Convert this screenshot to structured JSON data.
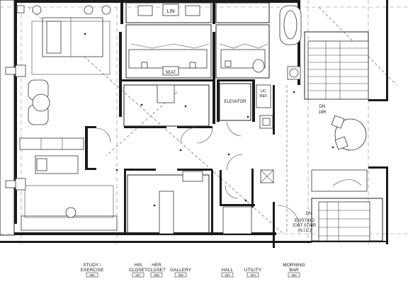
{
  "room_tags": [
    {
      "name": "study-exercise",
      "label": [
        "STUDY /",
        "EXERCISE"
      ],
      "number": "305"
    },
    {
      "name": "his-closet",
      "label": [
        "HIS",
        "CLOSET"
      ],
      "number": "307"
    },
    {
      "name": "her-closet",
      "label": [
        "HER",
        "CLOSET"
      ],
      "number": "306"
    },
    {
      "name": "gallery",
      "label": [
        "GALLERY"
      ],
      "number": "308"
    },
    {
      "name": "hall",
      "label": [
        "HALL"
      ],
      "number": "304"
    },
    {
      "name": "utility",
      "label": [
        "UTILITY"
      ],
      "number": "303"
    },
    {
      "name": "morning-bar",
      "label": [
        "MORNING",
        "BAR"
      ],
      "number": "302"
    }
  ],
  "plan_labels": {
    "lin": "LIN",
    "seat": "SEAT",
    "elevator": "ELEVATOR",
    "uc_ref": [
      "UC",
      "REF"
    ],
    "dn_18r": [
      "DN",
      "18R"
    ],
    "dn": "DN",
    "existing_exit_stair": [
      "EXISTING",
      "EXIT STAIR",
      "(N.I.C.)"
    ]
  },
  "icons": {
    "section-marker": "rectangle-with-x",
    "door-swing": "quarter-arc"
  }
}
